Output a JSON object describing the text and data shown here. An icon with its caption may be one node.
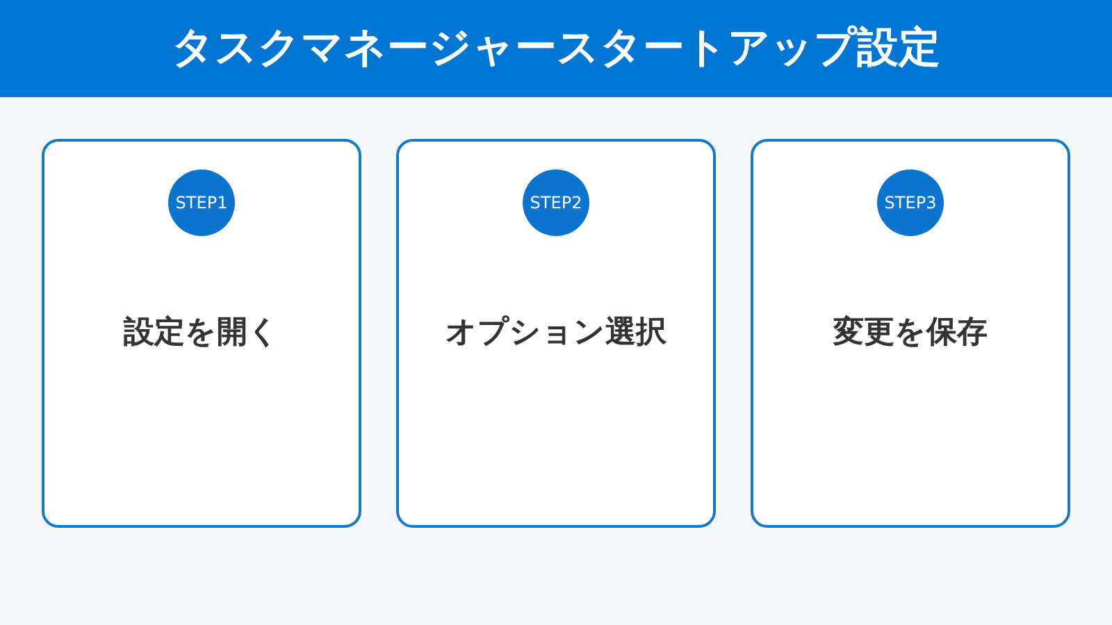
{
  "diagram": {
    "title": "タスクマネージャースタートアップ設定",
    "nodes": [
      {
        "text": [
          "設定を開く"
        ]
      },
      {
        "text": [
          "STEP1"
        ],
        "in": 0
      },
      {
        "text": [
          "オプション選択"
        ]
      },
      {
        "text": [
          "STEP2"
        ],
        "in": 2
      },
      {
        "text": [
          "変更を保存"
        ]
      },
      {
        "text": [
          "STEP3"
        ],
        "in": 4
      }
    ]
  }
}
